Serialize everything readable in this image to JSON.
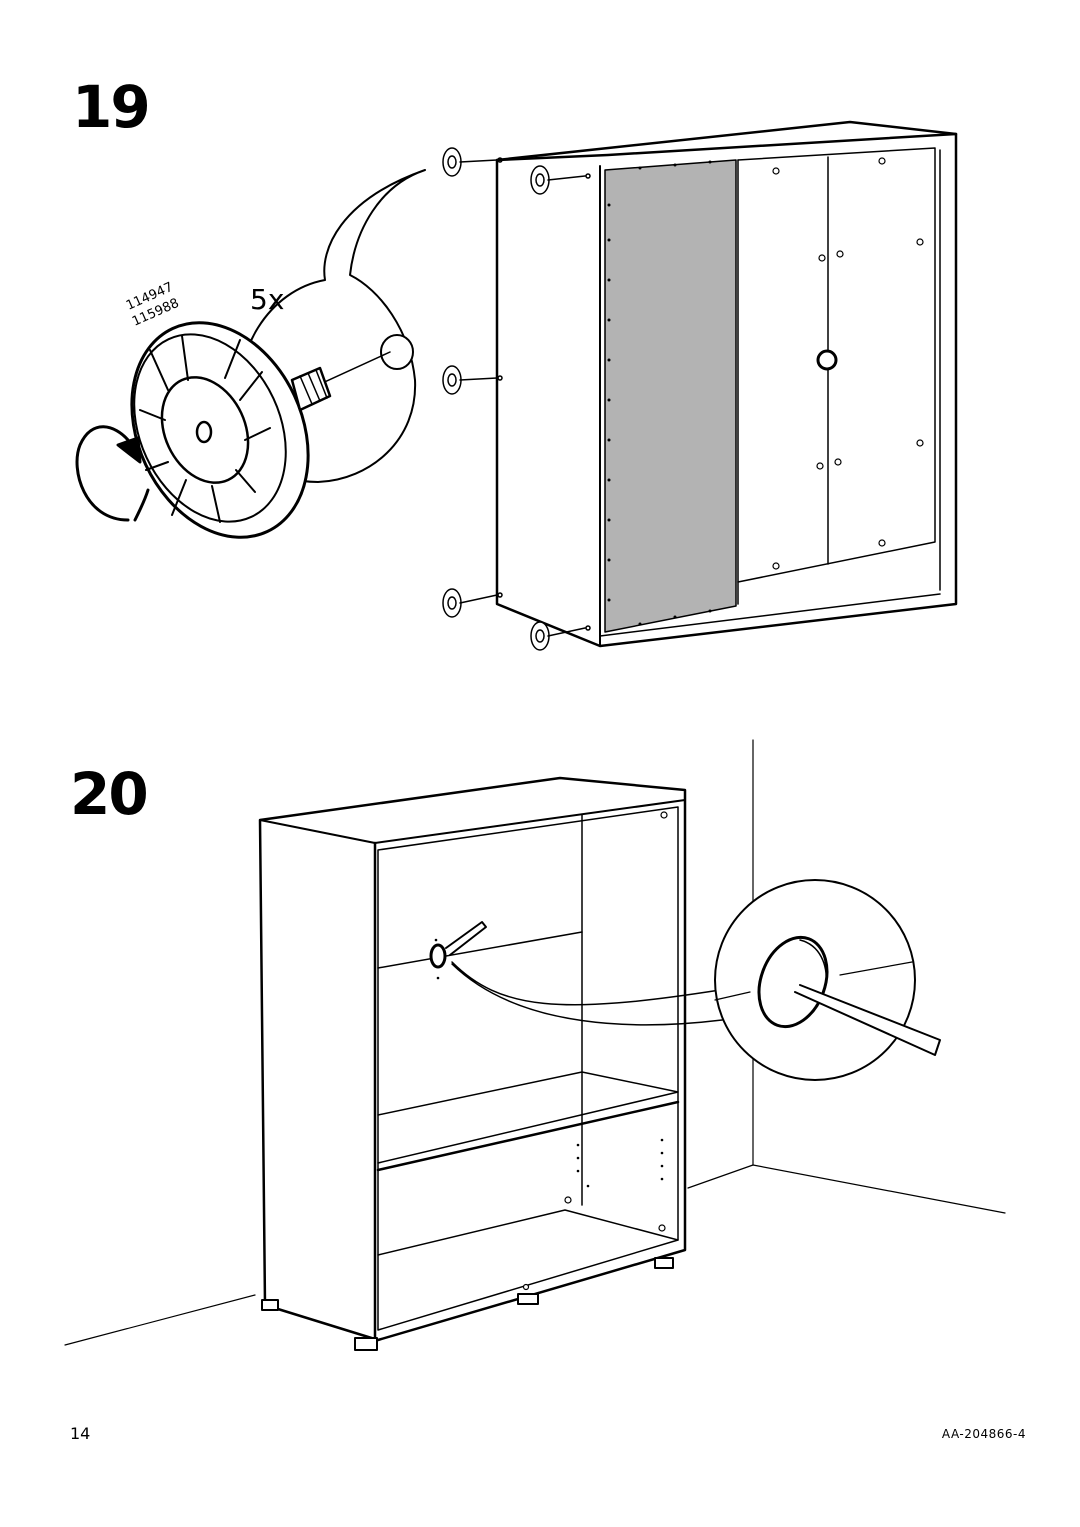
{
  "steps": {
    "first": {
      "number": "19"
    },
    "second": {
      "number": "20"
    }
  },
  "part": {
    "quantity": "5x",
    "article_numbers": [
      "114947",
      "115988"
    ]
  },
  "footer": {
    "page_number": "14",
    "document_code": "AA-204866-4"
  },
  "colors": {
    "line": "#000000",
    "panel_fill": "#b3b3b3",
    "background": "#ffffff"
  }
}
